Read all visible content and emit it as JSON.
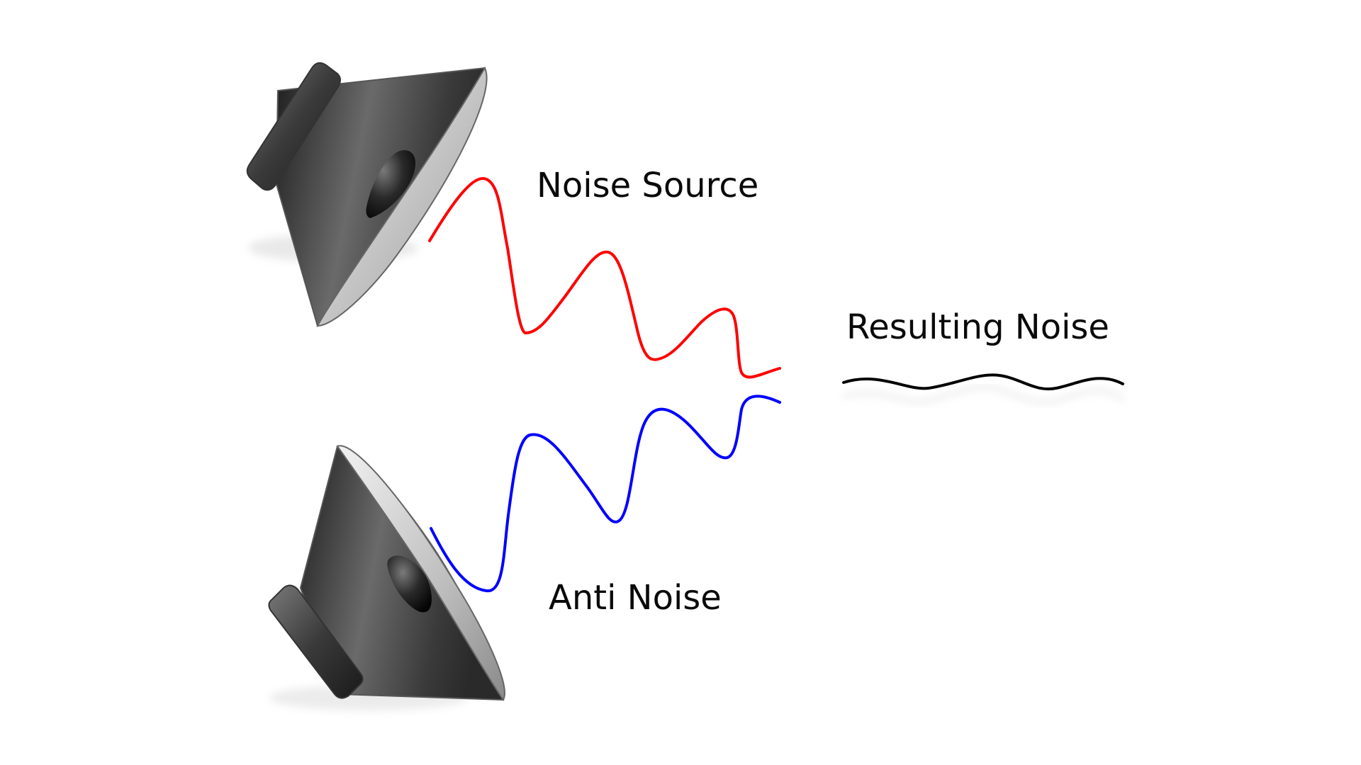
{
  "labels": {
    "noise_source": "Noise Source",
    "resulting_noise": "Resulting Noise",
    "anti_noise": "Anti Noise"
  },
  "colors": {
    "noise_wave": "#ff0000",
    "anti_noise_wave": "#0000ff",
    "resulting_wave": "#000000",
    "speaker_dark": "#1a1a1a",
    "speaker_light": "#d8d8d8"
  },
  "icons": {
    "top_speaker": "speaker-icon",
    "bottom_speaker": "speaker-icon"
  }
}
